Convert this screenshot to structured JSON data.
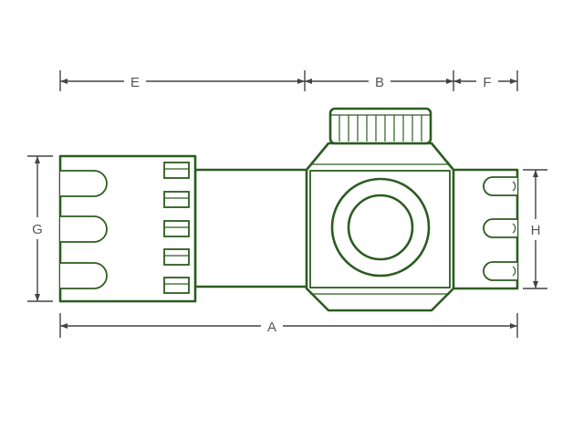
{
  "diagram": {
    "colors": {
      "outline": "#2c5c20",
      "dimension": "#444444",
      "label": "#555555",
      "background": "#ffffff"
    },
    "dimensions": {
      "a": "A",
      "b": "B",
      "e": "E",
      "f": "F",
      "g": "G",
      "h": "H"
    }
  }
}
